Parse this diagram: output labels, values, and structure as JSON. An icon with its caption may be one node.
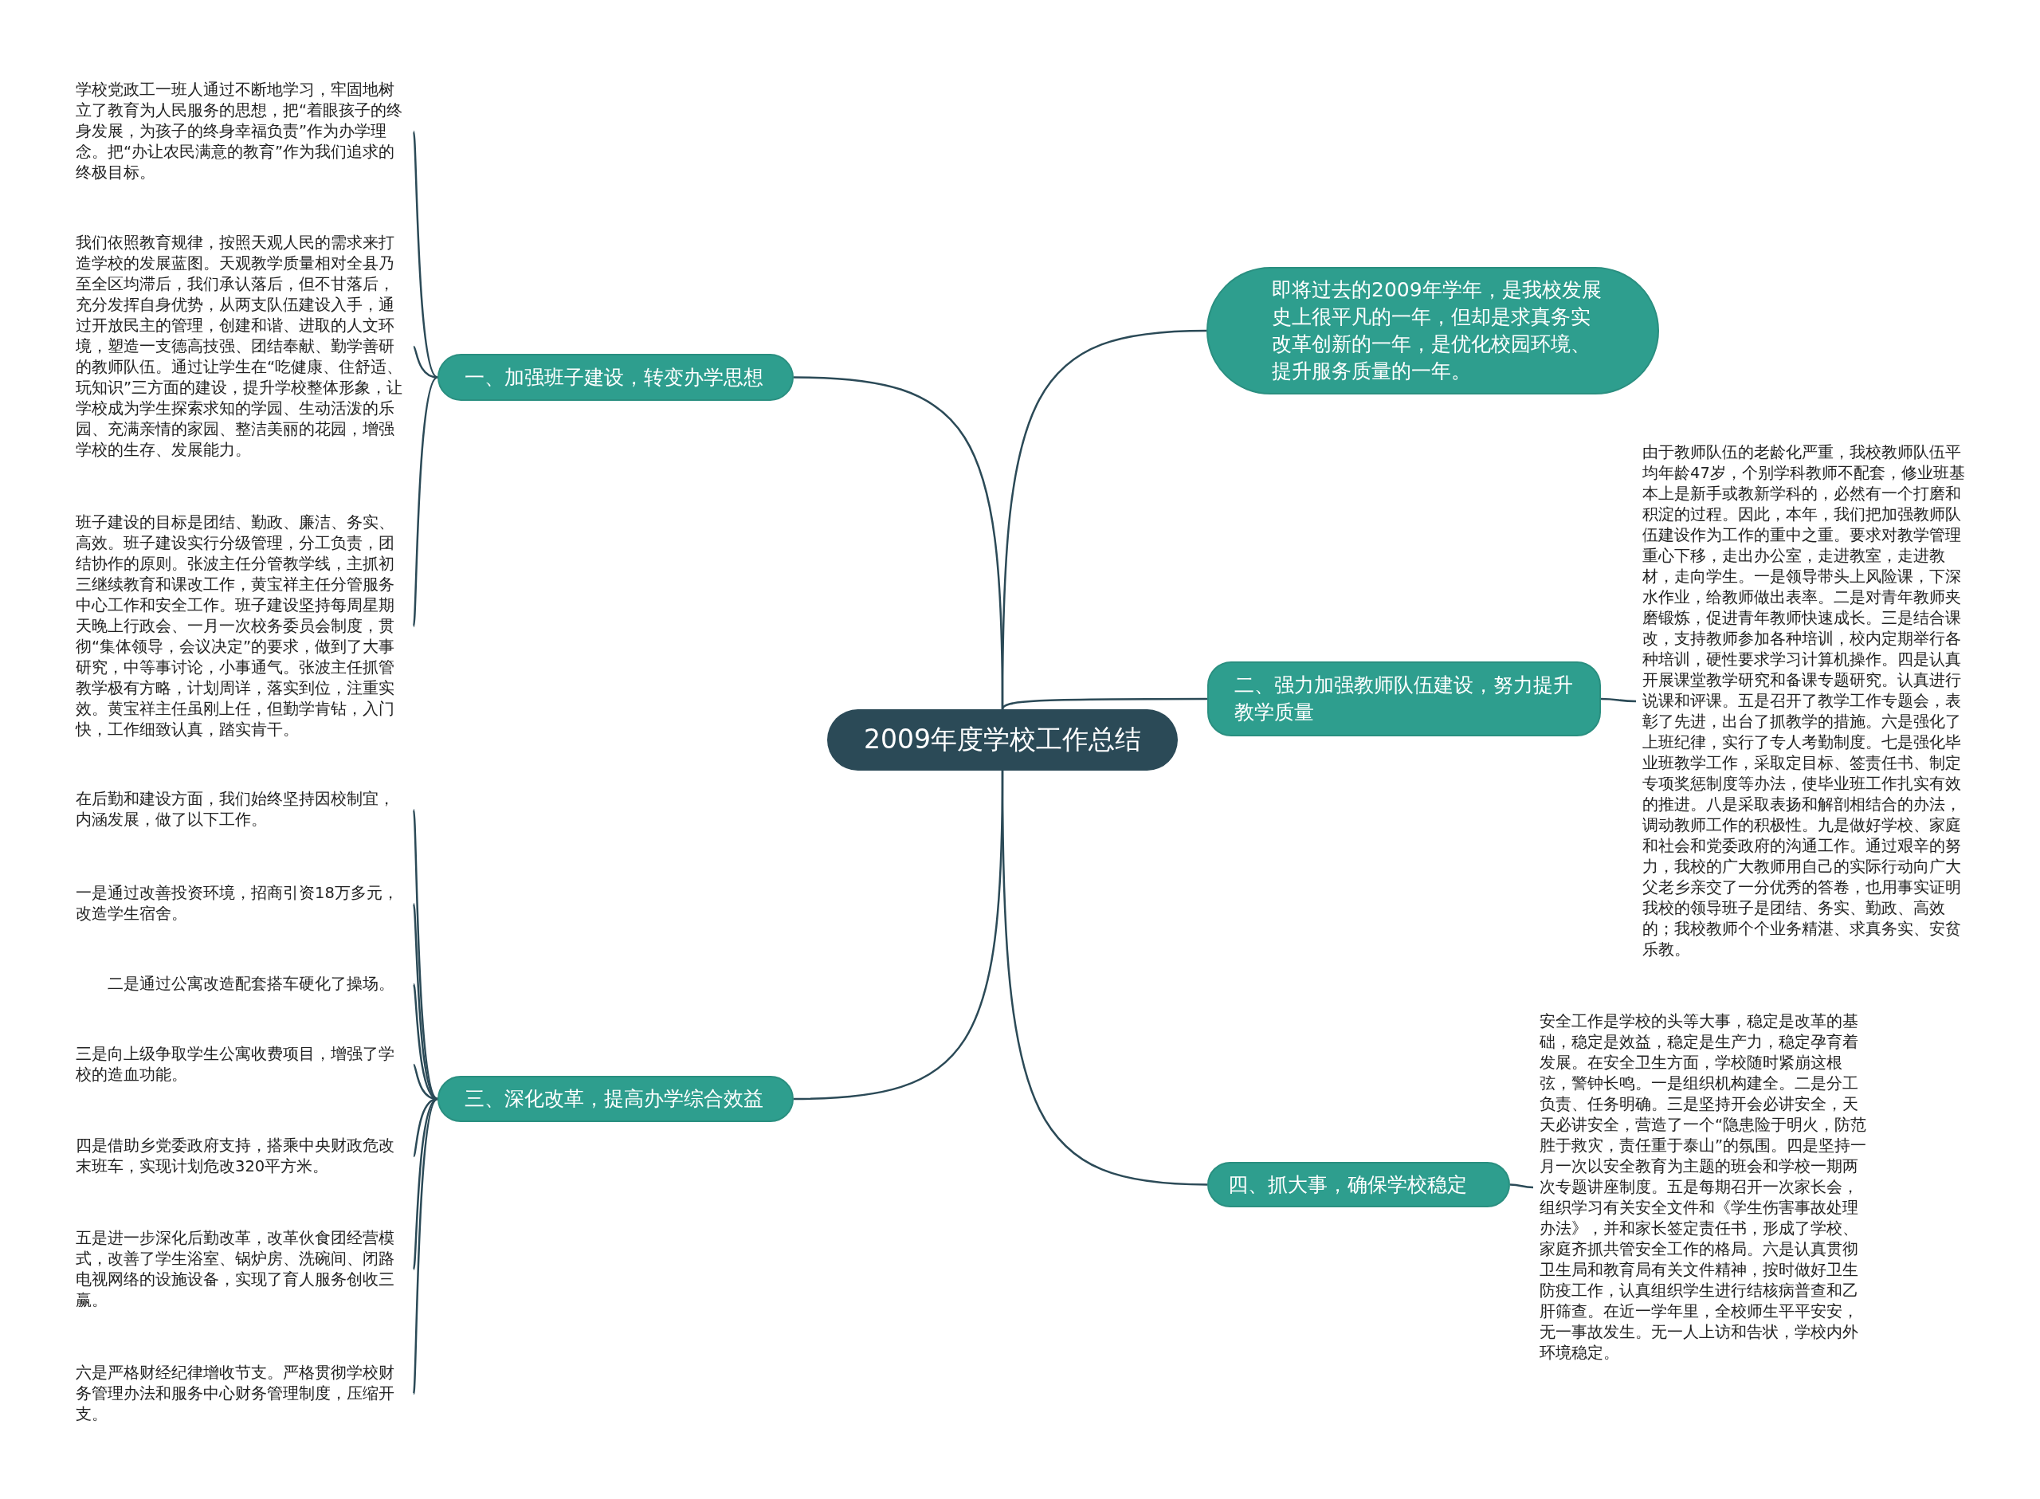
{
  "diagram": {
    "nodes": [
      {
        "text": [
          "2009年度学校工作总结"
        ]
      },
      {
        "text": [
          "即将过去的2009年学年，是我校发展史上很平凡的一年，但却是求真务实改革创新的一年，是优化校园环境、提升服务质量的一年。"
        ]
      },
      {
        "text": [
          "一、加强班子建设，转变办学思想"
        ]
      },
      {
        "text": [
          "学校党政工一班人通过不断地学习，牢固地树立了教育为人民服务的思想，把“着眼孩子的终身发展，为孩子的终身幸福负责”作为办学理念。把“办让农民满意的教育”作为我们追求的终极目标。"
        ]
      },
      {
        "text": [
          "我们依照教育规律，按照天观人民的需求来打造学校的发展蓝图。天观教学质量相对全县乃至全区均滞后，我们承认落后，但不甘落后，充分发挥自身优势，从两支队伍建设入手，通过开放民主的管理，创建和谐、进取的人文环境，塑造一支德高技强、团结奉献、勤学善研的教师队伍。通过让学生在“吃健康、住舒适、玩知识”三方面的建设，提升学校整体形象，让学校成为学生探索求知的学园、生动活泼的乐园、充满亲情的家园、整洁美丽的花园，增强学校的生存、发展能力。"
        ]
      },
      {
        "text": [
          "班子建设的目标是团结、勤政、廉洁、务实、高效。班子建设实行分级管理，分工负责，团结协作的原则。张波主任分管教学线，主抓初三继续教育和课改工作，黄宝祥主任分管服务中心工作和安全工作。班子建设坚持每周星期天晚上行政会、一月一次校务委员会制度，贯彻“集体领导，会议决定”的要求，做到了大事研究，中等事讨论，小事通气。张波主任抓管教学极有方略，计划周详，落实到位，注重实效。黄宝祥主任虽刚上任，但勤学肯钻，入门快，工作细致认真，踏实肯干。"
        ]
      },
      {
        "text": [
          "二、强力加强教师队伍建设，努力提升教学质量"
        ]
      },
      {
        "text": [
          "由于教师队伍的老龄化严重，我校教师队伍平均年龄47岁，个别学科教师不配套，修业班基本上是新手或教新学科的，必然有一个打磨和积淀的过程。因此，本年，我们把加强教师队伍建设作为工作的重中之重。要求对教学管理重心下移，走出办公室，走进教室，走进教材，走向学生。一是领导带头上风险课，下深水作业，给教师做出表率。二是对青年教师夹磨锻炼，促进青年教师快速成长。三是结合课改，支持教师参加各种培训，校内定期举行各种培训，硬性要求学习计算机操作。四是认真开展课堂教学研究和备课专题研究。认真进行说课和评课。五是召开了教学工作专题会，表彰了先进，出台了抓教学的措施。六是强化了上班纪律，实行了专人考勤制度。七是强化毕业班教学工作，采取定目标、签责任书、制定专项奖惩制度等办法，使毕业班工作扎实有效的推进。八是采取表扬和解剖相结合的办法，调动教师工作的积极性。九是做好学校、家庭和社会和党委政府的沟通工作。通过艰辛的努力，我校的广大教师用自己的实际行动向广大父老乡亲交了一分优秀的答卷，也用事实证明我校的领导班子是团结、务实、勤政、高效的；我校教师个个业务精湛、求真务实、安贫乐教。"
        ]
      },
      {
        "text": [
          "三、深化改革，提高办学综合效益"
        ]
      },
      {
        "text": [
          "在后勤和建设方面，我们始终坚持因校制宜，内涵发展，做了以下工作。"
        ]
      },
      {
        "text": [
          "一是通过改善投资环境，招商引资18万多元，改造学生宿舍。"
        ]
      },
      {
        "text": [
          "二是通过公寓改造配套搭车硬化了操场。"
        ]
      },
      {
        "text": [
          "三是向上级争取学生公寓收费项目，增强了学校的造血功能。"
        ]
      },
      {
        "text": [
          "四是借助乡党委政府支持，搭乘中央财政危改末班车，实现计划危改320平方米。"
        ]
      },
      {
        "text": [
          "五是进一步深化后勤改革，改革伙食团经营模式，改善了学生浴室、锅炉房、洗碗间、闭路电视网络的设施设备，实现了育人服务创收三赢。"
        ]
      },
      {
        "text": [
          "六是严格财经纪律增收节支。严格贯彻学校财务管理办法和服务中心财务管理制度，压缩开支。"
        ]
      },
      {
        "text": [
          "四、抓大事，确保学校稳定"
        ]
      },
      {
        "text": [
          "安全工作是学校的头等大事，稳定是改革的基础，稳定是效益，稳定是生产力，稳定孕育着发展。在安全卫生方面，学校随时紧崩这根弦，警钟长鸣。一是组织机构建全。二是分工负责、任务明确。三是坚持开会必讲安全，天天必讲安全，营造了一个“隐患险于明火，防范胜于救灾，责任重于泰山”的氛围。四是坚持一月一次以安全教育为主题的班会和学校一期两次专题讲座制度。五是每期召开一次家长会，组织学习有关安全文件和《学生伤害事故处理办法》，并和家长签定责任书，形成了学校、家庭齐抓共管安全工作的格局。六是认真贯彻卫生局和教育局有关文件精神，按时做好卫生防疫工作，认真组织学生进行结核病普查和乙肝筛查。在近一学年里，全校师生平平安安，无一事故发生。无一人上访和告状，学校内外环境稳定。"
        ]
      }
    ],
    "edges": [
      {
        "from": 0,
        "to": 1,
        "arrow": "none"
      },
      {
        "from": 0,
        "to": 2,
        "arrow": "none"
      },
      {
        "from": 0,
        "to": 6,
        "arrow": "none"
      },
      {
        "from": 0,
        "to": 8,
        "arrow": "none"
      },
      {
        "from": 0,
        "to": 16,
        "arrow": "none"
      },
      {
        "from": 2,
        "to": 3,
        "arrow": "none"
      },
      {
        "from": 2,
        "to": 4,
        "arrow": "none"
      },
      {
        "from": 2,
        "to": 5,
        "arrow": "none"
      },
      {
        "from": 6,
        "to": 7,
        "arrow": "none"
      },
      {
        "from": 8,
        "to": 9,
        "arrow": "none"
      },
      {
        "from": 8,
        "to": 10,
        "arrow": "none"
      },
      {
        "from": 8,
        "to": 11,
        "arrow": "none"
      },
      {
        "from": 8,
        "to": 12,
        "arrow": "none"
      },
      {
        "from": 8,
        "to": 13,
        "arrow": "none"
      },
      {
        "from": 8,
        "to": 14,
        "arrow": "none"
      },
      {
        "from": 8,
        "to": 15,
        "arrow": "none"
      },
      {
        "from": 16,
        "to": 17,
        "arrow": "none"
      }
    ]
  }
}
